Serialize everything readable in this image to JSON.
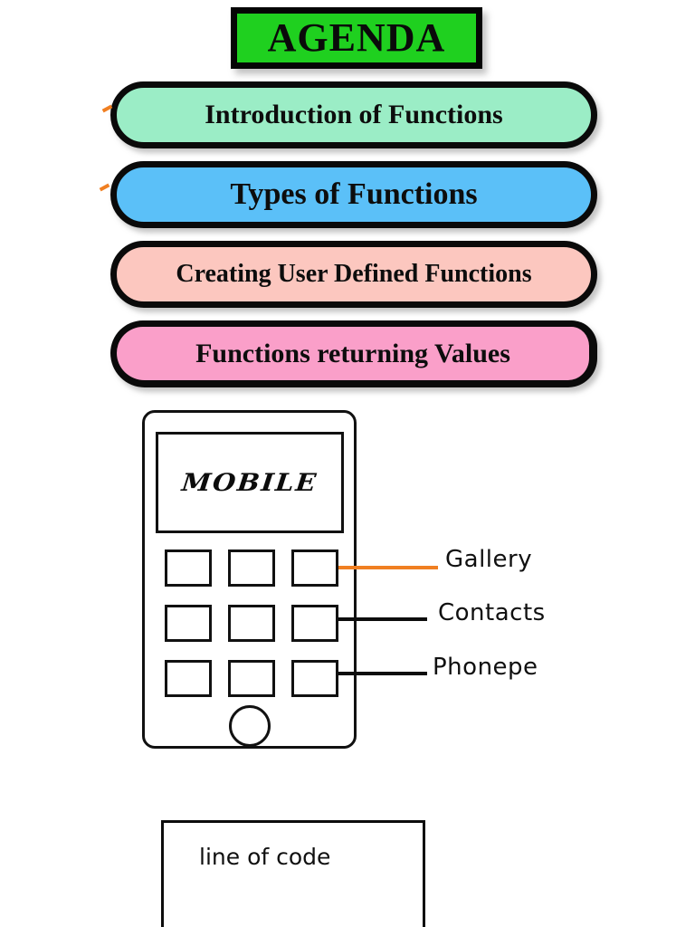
{
  "slide": {
    "title": "AGENDA",
    "background_color": "#FFFFFF"
  },
  "header": {
    "label": "AGENDA",
    "fill_color": "#1FD01F",
    "border_color": "#050505"
  },
  "agenda_items": [
    {
      "label": "Introduction of Functions",
      "color": "#9BEDC6"
    },
    {
      "label": "Types of Functions",
      "color": "#5BC0F8"
    },
    {
      "label": "Creating User Defined Functions",
      "color": "#FCC7BF"
    },
    {
      "label": "Functions returning Values",
      "color": "#FA9FC9"
    }
  ],
  "phone": {
    "screen_label": "MOBILE",
    "app_count": 9,
    "home_button": "home-button",
    "callouts": [
      {
        "label": "Gallery",
        "line_color": "#F07F22"
      },
      {
        "label": "Contacts",
        "line_color": "#0D0D0D"
      },
      {
        "label": "Phonepe",
        "line_color": "#0D0D0D"
      }
    ]
  },
  "code_box": {
    "label": "line of code",
    "border_color": "#0D0D0D"
  }
}
